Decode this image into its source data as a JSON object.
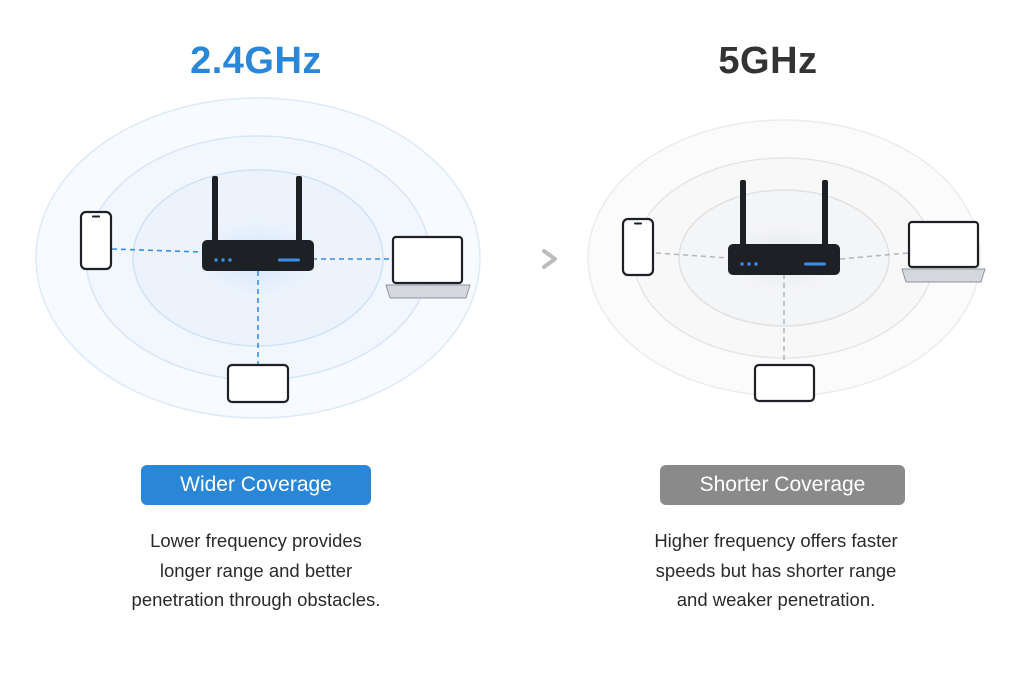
{
  "colors": {
    "accent_blue": "#2a87d8",
    "title_dark": "#333333",
    "badge_gray": "#8a8a8a",
    "router": "#1d2126",
    "led_blue": "#3b8eea"
  },
  "panels": {
    "left": {
      "title": "2.4GHz",
      "badge": "Wider Coverage",
      "description_lines": [
        "Lower frequency provides",
        "longer range and better",
        "penetration through obstacles."
      ]
    },
    "right": {
      "title": "5GHz",
      "badge": "Shorter Coverage",
      "description_lines": [
        "Higher frequency offers faster",
        "speeds but has shorter range",
        "and weaker penetration."
      ]
    }
  },
  "icons": {
    "router": "router-icon",
    "phone": "smartphone-icon",
    "laptop": "laptop-icon",
    "tablet": "tablet-icon",
    "arrow": "arrow-right-icon"
  }
}
